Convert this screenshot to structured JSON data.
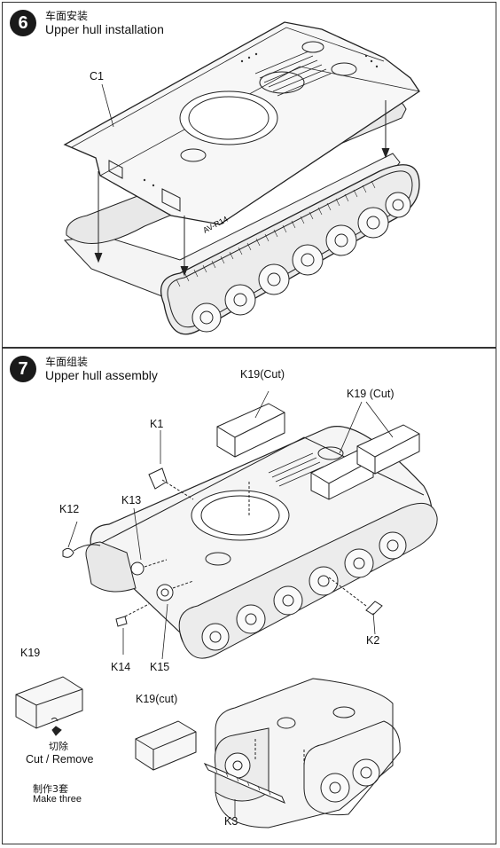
{
  "step6": {
    "number": "6",
    "title_cn": "车面安装",
    "title_en": "Upper hull installation",
    "labels": {
      "c1": "C1"
    },
    "hull_stamp": "AV-R14"
  },
  "step7": {
    "number": "7",
    "title_cn": "车面组装",
    "title_en": "Upper hull assembly",
    "labels": {
      "k19_cut_top": "K19(Cut)",
      "k19_cut_right": "K19 (Cut)",
      "k1": "K1",
      "k12": "K12",
      "k13": "K13",
      "k14": "K14",
      "k15": "K15",
      "k2": "K2",
      "k19_box": "K19",
      "k19_cut_lower": "K19(cut)",
      "k3": "K3"
    },
    "cut_note_cn": "切除",
    "cut_note_en": "Cut / Remove",
    "make_note_cn": "制作3套",
    "make_note_en": "Make three"
  }
}
